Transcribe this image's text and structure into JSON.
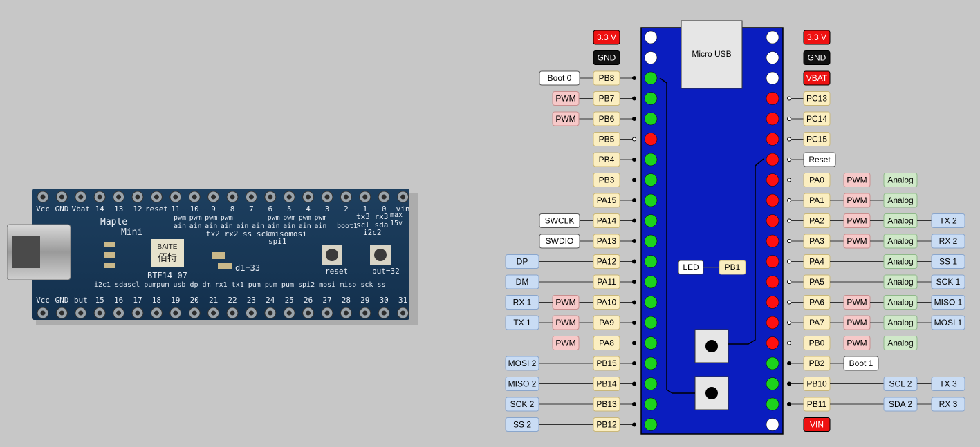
{
  "photo": {
    "board_title": "Maple",
    "board_subtitle": "Mini",
    "model": "BTE14-07",
    "logo_lines": [
      "BAITE",
      "佰特"
    ],
    "top_pin_labels": [
      "Vcc",
      "GND",
      "Vbat",
      "14",
      "13",
      "12",
      "reset",
      "11",
      "10",
      "9",
      "8",
      "7",
      "6",
      "5",
      "4",
      "3",
      "2",
      "1",
      "0",
      "vin"
    ],
    "top_func_labels": [
      "pwm",
      "pwm",
      "pwm",
      "pwm",
      "",
      "",
      "pwm",
      "pwm",
      "pwm",
      "pwm"
    ],
    "top_func_labels_2": [
      "ain",
      "ain",
      "ain",
      "ain",
      "ain",
      "ain",
      "ain",
      "ain",
      "ain",
      "ain"
    ],
    "spi1_labels": "tx2 rx2 ss sckmisomosi",
    "spi1_title": "spi1",
    "uart_labels": "tx3 rx3",
    "i2c_labels": "scl sda",
    "i2c2_title": "i2c2",
    "max_label": "max",
    "volt_label": "15v",
    "boot_label": "boot1",
    "d1_label": "d1=33",
    "reset_label": "reset",
    "but_label": "but=32",
    "bottom_pin_labels": [
      "Vcc",
      "GND",
      "but",
      "15",
      "16",
      "17",
      "18",
      "19",
      "20",
      "21",
      "22",
      "23",
      "24",
      "25",
      "26",
      "27",
      "28",
      "29",
      "30",
      "31"
    ],
    "bottom_func_labels": "i2c1 sdascl pumpum   usb dp dm   rx1 tx1 pum pum pum   spi2 mosi miso sck ss"
  },
  "diagram": {
    "usb_label": "Micro USB",
    "led_label": "LED",
    "led_pin": "PB1",
    "colors": {
      "board": "#0a1dbf",
      "pin_green": "#1cd31c",
      "pin_red": "#ff1010",
      "pin_white": "#ffffff",
      "pin_tag": "#fbeec0",
      "pwm_tag": "#f6c8c8",
      "analog_tag": "#cfe8c8",
      "comm_tag": "#c9dcf4",
      "power_red": "#ee1111",
      "power_black": "#111111"
    },
    "left_rows": [
      {
        "pin": "3.3 V",
        "kind": "power-red",
        "state": "white"
      },
      {
        "pin": "GND",
        "kind": "power-black",
        "state": "white"
      },
      {
        "pin": "PB8",
        "state": "green",
        "extras": [
          {
            "t": "Boot 0",
            "c": "white"
          }
        ]
      },
      {
        "pin": "PB7",
        "state": "green",
        "extras": [
          {
            "t": "PWM",
            "c": "pwm"
          }
        ]
      },
      {
        "pin": "PB6",
        "state": "green",
        "extras": [
          {
            "t": "PWM",
            "c": "pwm"
          }
        ]
      },
      {
        "pin": "PB5",
        "state": "red",
        "extras": []
      },
      {
        "pin": "PB4",
        "state": "green",
        "extras": []
      },
      {
        "pin": "PB3",
        "state": "green",
        "extras": []
      },
      {
        "pin": "PA15",
        "state": "green",
        "extras": []
      },
      {
        "pin": "PA14",
        "state": "green",
        "extras": [
          {
            "t": "SWCLK",
            "c": "white"
          }
        ]
      },
      {
        "pin": "PA13",
        "state": "green",
        "extras": [
          {
            "t": "SWDIO",
            "c": "white"
          }
        ]
      },
      {
        "pin": "PA12",
        "state": "green",
        "extras": [
          {
            "t": "DP",
            "c": "comm"
          }
        ]
      },
      {
        "pin": "PA11",
        "state": "green",
        "extras": [
          {
            "t": "DM",
            "c": "comm"
          }
        ]
      },
      {
        "pin": "PA10",
        "state": "green",
        "extras": [
          {
            "t": "PWM",
            "c": "pwm"
          },
          {
            "t": "RX 1",
            "c": "comm"
          }
        ]
      },
      {
        "pin": "PA9",
        "state": "green",
        "extras": [
          {
            "t": "PWM",
            "c": "pwm"
          },
          {
            "t": "TX 1",
            "c": "comm"
          }
        ]
      },
      {
        "pin": "PA8",
        "state": "green",
        "extras": [
          {
            "t": "PWM",
            "c": "pwm"
          }
        ]
      },
      {
        "pin": "PB15",
        "state": "green",
        "extras": [
          {
            "t": "MOSI 2",
            "c": "comm"
          }
        ]
      },
      {
        "pin": "PB14",
        "state": "green",
        "extras": [
          {
            "t": "MISO 2",
            "c": "comm"
          }
        ]
      },
      {
        "pin": "PB13",
        "state": "green",
        "extras": [
          {
            "t": "SCK 2",
            "c": "comm"
          }
        ]
      },
      {
        "pin": "PB12",
        "state": "green",
        "extras": [
          {
            "t": "SS 2",
            "c": "comm"
          }
        ]
      }
    ],
    "right_rows": [
      {
        "pin": "3.3 V",
        "kind": "power-red",
        "state": "white"
      },
      {
        "pin": "GND",
        "kind": "power-black",
        "state": "white"
      },
      {
        "pin": "VBAT",
        "kind": "power-red",
        "state": "white"
      },
      {
        "pin": "PC13",
        "state": "red",
        "extras": []
      },
      {
        "pin": "PC14",
        "state": "red",
        "extras": []
      },
      {
        "pin": "PC15",
        "state": "red",
        "extras": []
      },
      {
        "pin": "Reset",
        "kind": "white",
        "state": "red",
        "extras": []
      },
      {
        "pin": "PA0",
        "state": "red",
        "extras": [
          {
            "t": "PWM",
            "c": "pwm"
          },
          {
            "t": "Analog",
            "c": "analog"
          }
        ]
      },
      {
        "pin": "PA1",
        "state": "red",
        "extras": [
          {
            "t": "PWM",
            "c": "pwm"
          },
          {
            "t": "Analog",
            "c": "analog"
          }
        ]
      },
      {
        "pin": "PA2",
        "state": "red",
        "extras": [
          {
            "t": "PWM",
            "c": "pwm"
          },
          {
            "t": "Analog",
            "c": "analog"
          },
          {
            "t": "TX 2",
            "c": "comm"
          }
        ]
      },
      {
        "pin": "PA3",
        "state": "red",
        "extras": [
          {
            "t": "PWM",
            "c": "pwm"
          },
          {
            "t": "Analog",
            "c": "analog"
          },
          {
            "t": "RX 2",
            "c": "comm"
          }
        ]
      },
      {
        "pin": "PA4",
        "state": "red",
        "extras": [
          {
            "t": "",
            "c": "none"
          },
          {
            "t": "Analog",
            "c": "analog"
          },
          {
            "t": "SS 1",
            "c": "comm"
          }
        ]
      },
      {
        "pin": "PA5",
        "state": "red",
        "extras": [
          {
            "t": "",
            "c": "none"
          },
          {
            "t": "Analog",
            "c": "analog"
          },
          {
            "t": "SCK 1",
            "c": "comm"
          }
        ]
      },
      {
        "pin": "PA6",
        "state": "red",
        "extras": [
          {
            "t": "PWM",
            "c": "pwm"
          },
          {
            "t": "Analog",
            "c": "analog"
          },
          {
            "t": "MISO 1",
            "c": "comm"
          }
        ]
      },
      {
        "pin": "PA7",
        "state": "red",
        "extras": [
          {
            "t": "PWM",
            "c": "pwm"
          },
          {
            "t": "Analog",
            "c": "analog"
          },
          {
            "t": "MOSI 1",
            "c": "comm"
          }
        ]
      },
      {
        "pin": "PB0",
        "state": "red",
        "extras": [
          {
            "t": "PWM",
            "c": "pwm"
          },
          {
            "t": "Analog",
            "c": "analog"
          }
        ]
      },
      {
        "pin": "PB2",
        "state": "green",
        "extras": [
          {
            "t": "Boot 1",
            "c": "white"
          }
        ]
      },
      {
        "pin": "PB10",
        "state": "green",
        "extras": [
          {
            "t": "",
            "c": "none"
          },
          {
            "t": "SCL 2",
            "c": "comm"
          },
          {
            "t": "TX 3",
            "c": "comm"
          }
        ]
      },
      {
        "pin": "PB11",
        "state": "green",
        "extras": [
          {
            "t": "",
            "c": "none"
          },
          {
            "t": "SDA 2",
            "c": "comm"
          },
          {
            "t": "RX 3",
            "c": "comm"
          }
        ]
      },
      {
        "pin": "VIN",
        "kind": "power-red",
        "state": "white"
      }
    ]
  }
}
